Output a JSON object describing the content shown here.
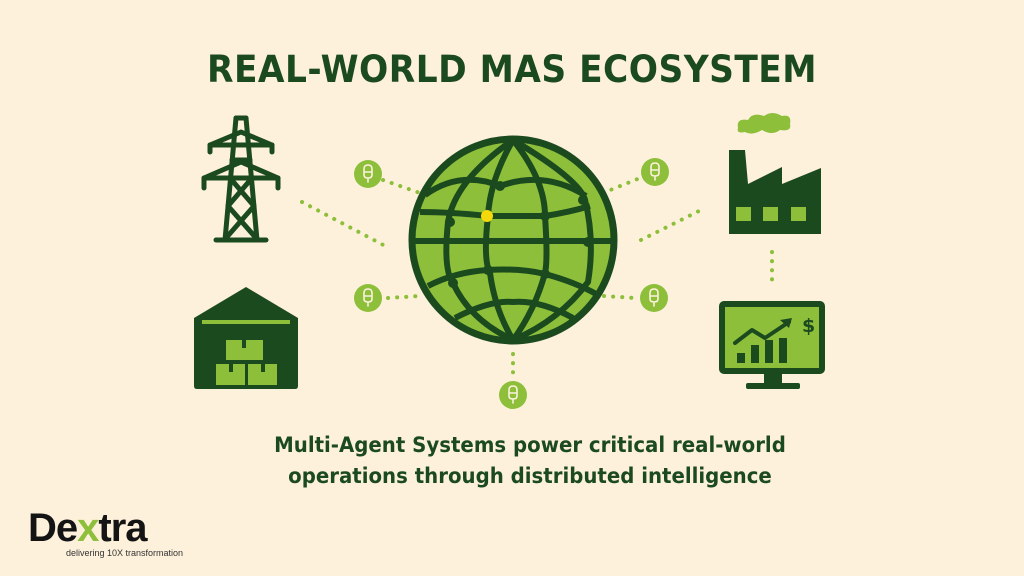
{
  "title": "REAL-WORLD MAS ECOSYSTEM",
  "caption": {
    "line1": "Multi-Agent Systems power critical real-world",
    "line2": "operations through distributed intelligence"
  },
  "logo": {
    "prefix": "De",
    "accent": "x",
    "suffix": "tra",
    "tagline": "delivering 10X transformation"
  },
  "nodes": [
    {
      "id": "power-grid",
      "icon": "power-tower-icon"
    },
    {
      "id": "warehouse",
      "icon": "warehouse-icon"
    },
    {
      "id": "global-network",
      "icon": "globe-icon"
    },
    {
      "id": "factory",
      "icon": "factory-icon"
    },
    {
      "id": "finance",
      "icon": "monitor-chart-dollar-icon"
    }
  ],
  "agents": [
    {
      "icon": "agent-icon",
      "position": "upper-left"
    },
    {
      "icon": "agent-icon",
      "position": "lower-left"
    },
    {
      "icon": "agent-icon",
      "position": "upper-right"
    },
    {
      "icon": "agent-icon",
      "position": "lower-right"
    },
    {
      "icon": "agent-icon",
      "position": "bottom"
    }
  ],
  "colors": {
    "background": "#fdf1dc",
    "dark_green": "#1c4a1f",
    "light_green": "#8dbf3a",
    "highlight": "#f5d90a"
  }
}
